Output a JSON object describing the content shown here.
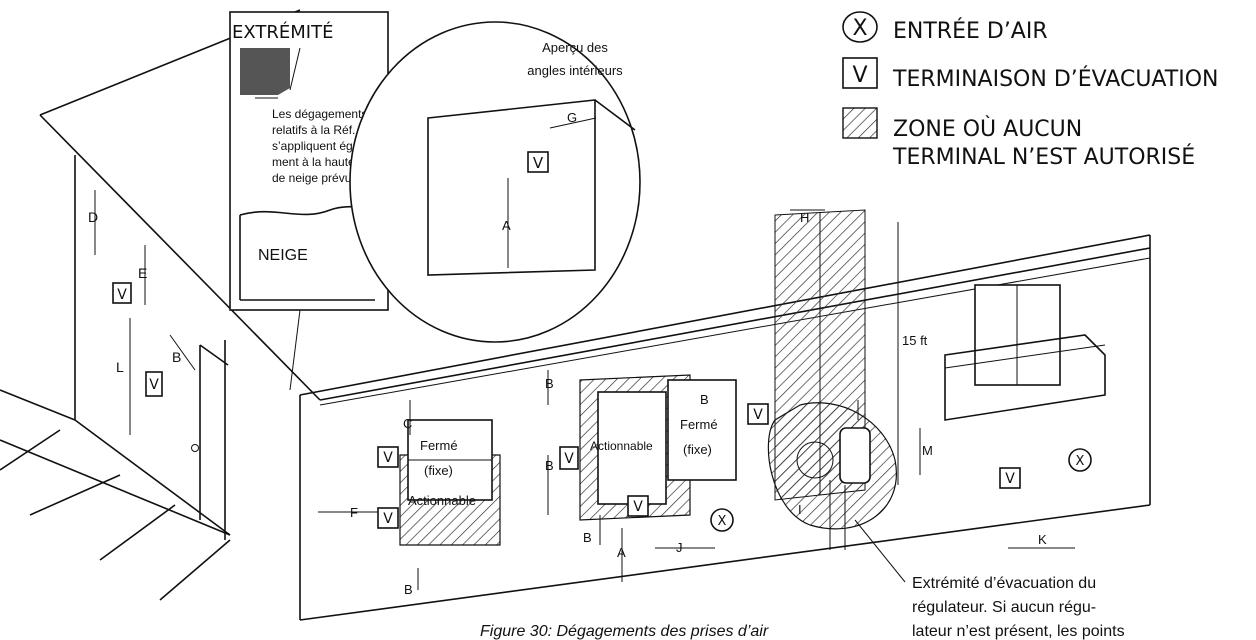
{
  "legend": {
    "x_symbol": "X",
    "x_label": "ENTRÉE D’AIR",
    "v_symbol": "V",
    "v_label": "TERMINAISON D’ÉVACUATION",
    "zone_label_1": "ZONE OÙ AUCUN",
    "zone_label_2": "TERMINAL N’EST AUTORISÉ"
  },
  "inset_extremite": {
    "title": "EXTRÉMITÉ",
    "note_lines": [
      "Les dégagements",
      "relatifs à la Réf. A",
      "s’appliquent égale-",
      "ment à la hauteur",
      "de neige prévue."
    ],
    "snow_label": "NEIGE"
  },
  "inset_corners": {
    "title_1": "Aperçu des",
    "title_2": "angles intérieurs",
    "label_g": "G",
    "label_a": "A",
    "v_symbol": "V"
  },
  "dimensions": {
    "a": "A",
    "b": "B",
    "c": "C",
    "d": "D",
    "e": "E",
    "f": "F",
    "h": "H",
    "i": "I",
    "j": "J",
    "k": "K",
    "l": "L",
    "m": "M",
    "height_15ft": "15 ft"
  },
  "windows": {
    "closed_fixed_1": "Fermé",
    "closed_fixed_2": "(fixe)",
    "operable": "Actionnable"
  },
  "caption": "Figure 30: Dégagements des prises d’air",
  "regulator_note": [
    "Extrémité d’évacuation du",
    "régulateur. Si aucun régu-",
    "lateur n’est présent, les points"
  ],
  "colors": {
    "ink": "#111111",
    "paper": "#ffffff"
  }
}
